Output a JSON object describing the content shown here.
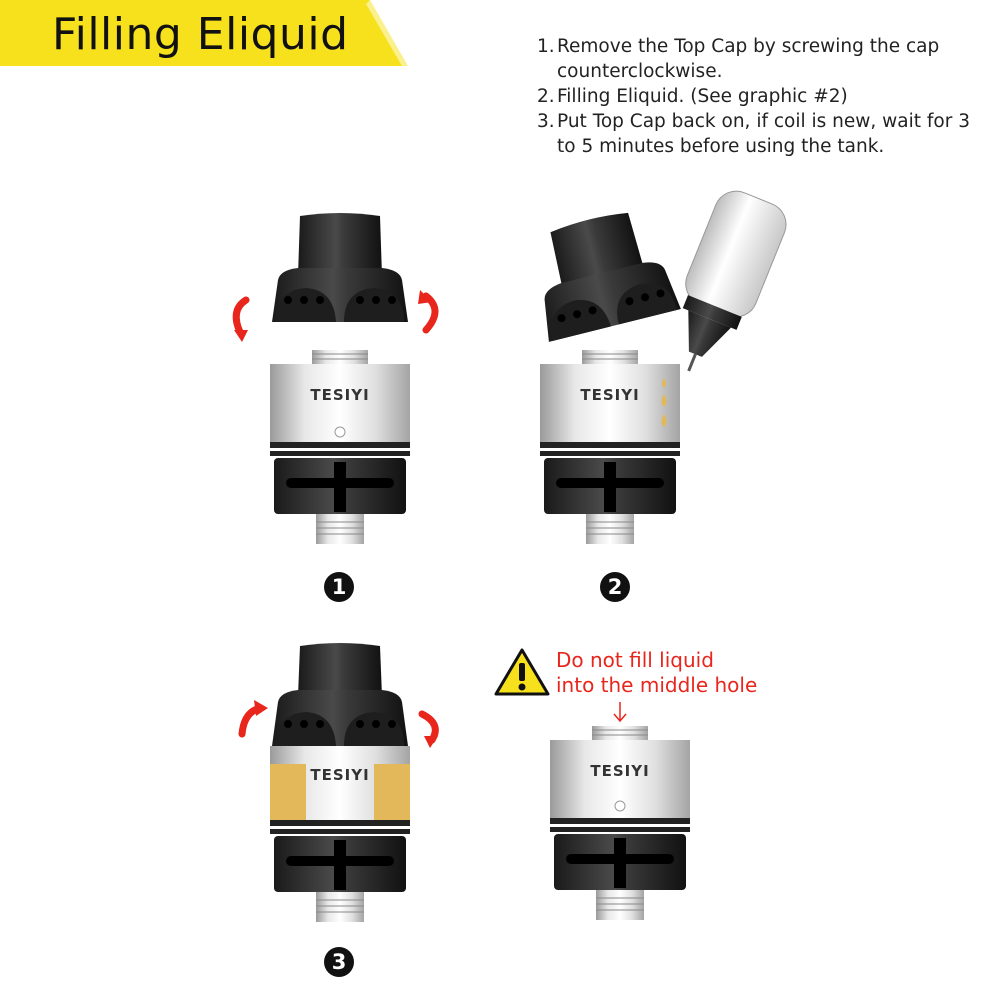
{
  "banner": {
    "title": "Filling Eliquid",
    "accent_color": "#f7e11d"
  },
  "instructions": [
    {
      "number": "1.",
      "text": "Remove the Top Cap by screwing the cap counterclockwise."
    },
    {
      "number": "2.",
      "text": "Filling Eliquid. (See graphic #2)"
    },
    {
      "number": "3.",
      "text": "Put Top Cap back on, if coil is new, wait for 3 to 5 minutes before using the tank."
    }
  ],
  "figures": {
    "brand": "TESIYI",
    "markers": [
      "1",
      "2",
      "3"
    ]
  },
  "warning": {
    "line1": "Do not fill liquid",
    "line2": "into the middle hole",
    "color": "#e8261c",
    "icon": "warning-triangle-icon"
  },
  "colors": {
    "arrow": "#e8261c",
    "liquid": "#e3b85a",
    "metal_dark": "#2b2b2b"
  }
}
